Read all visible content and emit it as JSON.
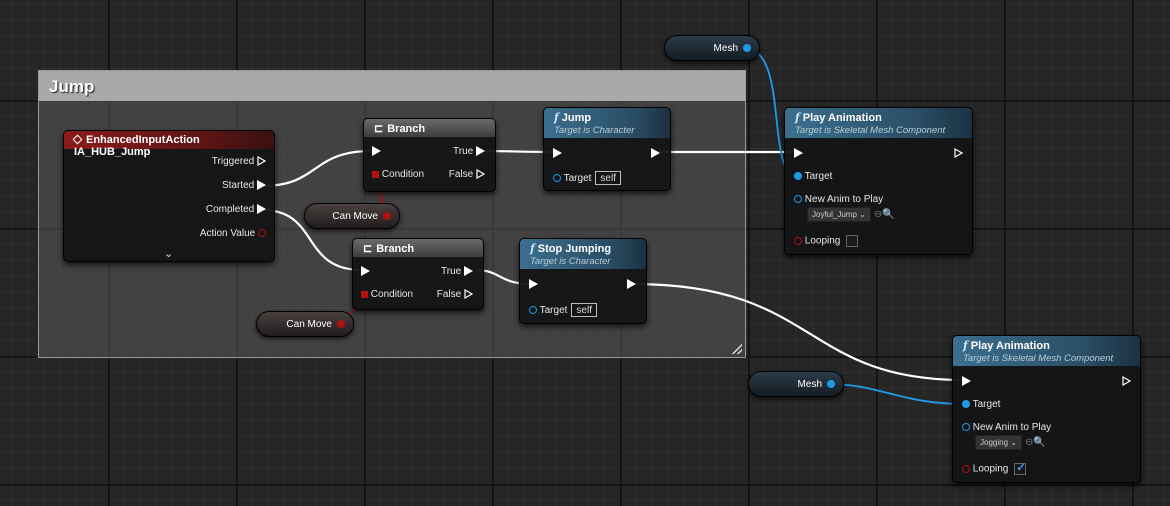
{
  "comment": {
    "title": "Jump"
  },
  "event_node": {
    "title": "EnhancedInputAction IA_HUB_Jump",
    "pins": {
      "triggered": "Triggered",
      "started": "Started",
      "completed": "Completed",
      "action_value": "Action Value"
    },
    "expand_icon": "chevron-down-icon"
  },
  "branch1": {
    "title": "Branch",
    "condition": "Condition",
    "true_label": "True",
    "false_label": "False"
  },
  "branch2": {
    "title": "Branch",
    "condition": "Condition",
    "true_label": "True",
    "false_label": "False"
  },
  "jump_node": {
    "title": "Jump",
    "subtitle": "Target is Character",
    "target_label": "Target",
    "target_value": "self"
  },
  "stop_node": {
    "title": "Stop Jumping",
    "subtitle": "Target is Character",
    "target_label": "Target",
    "target_value": "self"
  },
  "play1": {
    "title": "Play Animation",
    "subtitle": "Target is Skeletal Mesh Component",
    "target_label": "Target",
    "anim_label": "New Anim to Play",
    "anim_value": "Joyful_Jump",
    "looping_label": "Looping",
    "looping": false
  },
  "play2": {
    "title": "Play Animation",
    "subtitle": "Target is Skeletal Mesh Component",
    "target_label": "Target",
    "anim_label": "New Anim to Play",
    "anim_value": "Jogging",
    "looping_label": "Looping",
    "looping": true
  },
  "vars": {
    "mesh1": "Mesh",
    "mesh2": "Mesh",
    "canmove1": "Can Move",
    "canmove2": "Can Move"
  },
  "colors": {
    "exec_wire": "#ffffff",
    "object_wire": "#1e9be8",
    "bool_wire": "#b01010",
    "event_header": "#8b1b1b",
    "func_header": "#3c6f8f"
  }
}
